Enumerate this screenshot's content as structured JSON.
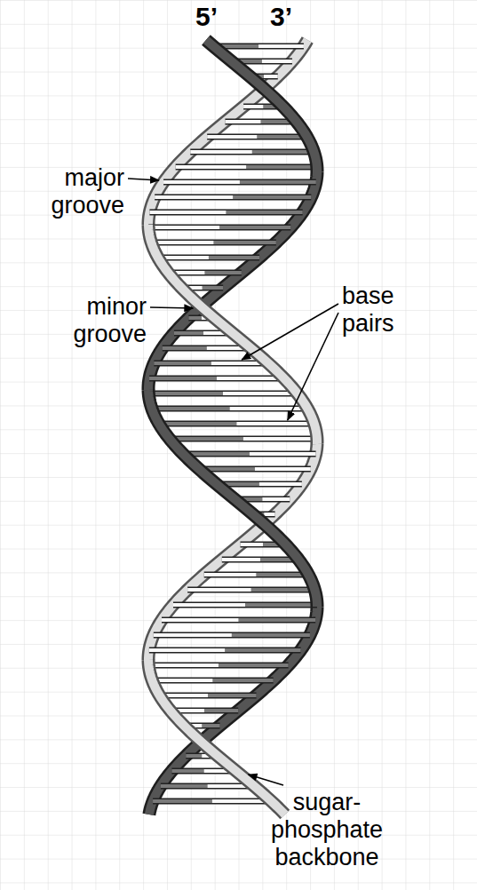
{
  "diagram": {
    "labels": [
      "5’",
      "3’",
      "major groove",
      "minor groove",
      "base pairs",
      "sugar-phosphate backbone"
    ]
  }
}
